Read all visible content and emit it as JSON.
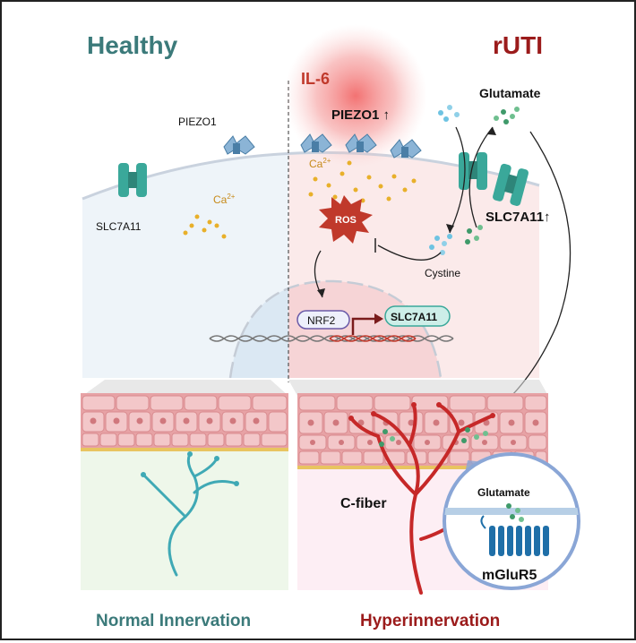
{
  "panels": {
    "left_title": "Healthy",
    "right_title": "rUTI",
    "left_caption": "Normal Innervation",
    "right_caption": "Hyperinnervation"
  },
  "labels": {
    "il6": "IL-6",
    "piezo1_left": "PIEZO1",
    "piezo1_right": "PIEZO1 ↑",
    "slc7a11_left": "SLC7A11",
    "slc7a11_right": "SLC7A11↑",
    "ca_left_base": "Ca",
    "ca_right_base": "Ca",
    "ca_superscript": "2+",
    "ros": "ROS",
    "glutamate_top": "Glutamate",
    "cystine": "Cystine",
    "nrf2": "NRF2",
    "slc7a11_gene": "SLC7A11",
    "c_fiber": "C-fiber",
    "glutamate_inset": "Glutamate",
    "mglur5": "mGluR5"
  },
  "colors": {
    "healthy_title": "#3b7a7a",
    "rut_title": "#9b1b1b",
    "il6_label": "#c0392b",
    "channel_teal": "#3aa89a",
    "piezo_blue": "#6b9fc4",
    "calcium_yellow": "#e8b02a",
    "ros_red": "#c0392b",
    "nerve_red": "#c62828",
    "nerve_teal": "#3fa9b5",
    "receptor_blue": "#1f6fa8"
  }
}
